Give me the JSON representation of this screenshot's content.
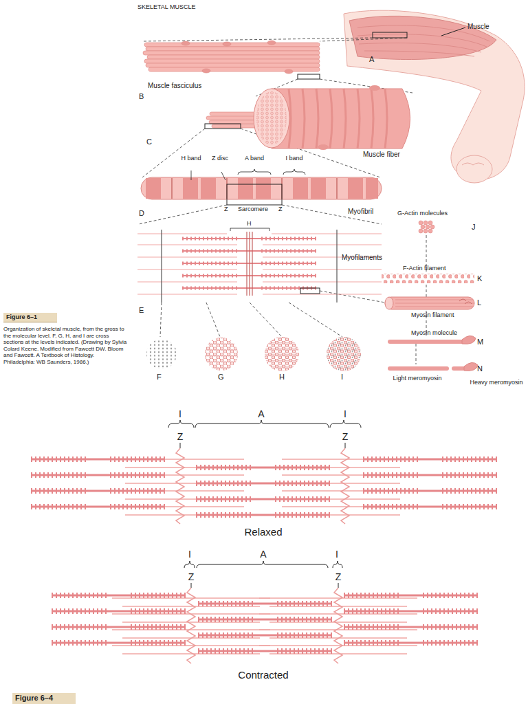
{
  "diagram": {
    "title": "SKELETAL MUSCLE",
    "caption": "Organization of skeletal muscle, from the gross to the molecular level. F, G, H, and I are cross sections at the levels indicated. (Drawing by Sylvia Colard Keene. Modified from Fawcett DW. Bloom and Fawcett. A Textbook of Histology. Philadelphia: WB Saunders, 1986.)",
    "nodes": [
      {
        "text": [
          "Figure 6–1"
        ]
      },
      {
        "text": [
          "Figure 6–4"
        ]
      }
    ],
    "labels": [
      "Muscle",
      "A",
      "Muscle fasciculus",
      "B",
      "C",
      "Muscle fiber",
      "H band",
      "Z disc",
      "A band",
      "I band",
      "Z",
      "Sarcomere",
      "Z",
      "Myofibril",
      "D",
      "H",
      "Myofilaments",
      "E",
      "F",
      "G",
      "H",
      "I",
      "G-Actin molecules",
      "J",
      "F-Actin filament",
      "K",
      "L",
      "Myosin filament",
      "Myosin molecule",
      "M",
      "N",
      "Light meromyosin",
      "Heavy meromyosin",
      "I",
      "A",
      "I",
      "Z",
      "Z",
      "Relaxed",
      "I",
      "A",
      "I",
      "Z",
      "Z",
      "Contracted"
    ]
  }
}
